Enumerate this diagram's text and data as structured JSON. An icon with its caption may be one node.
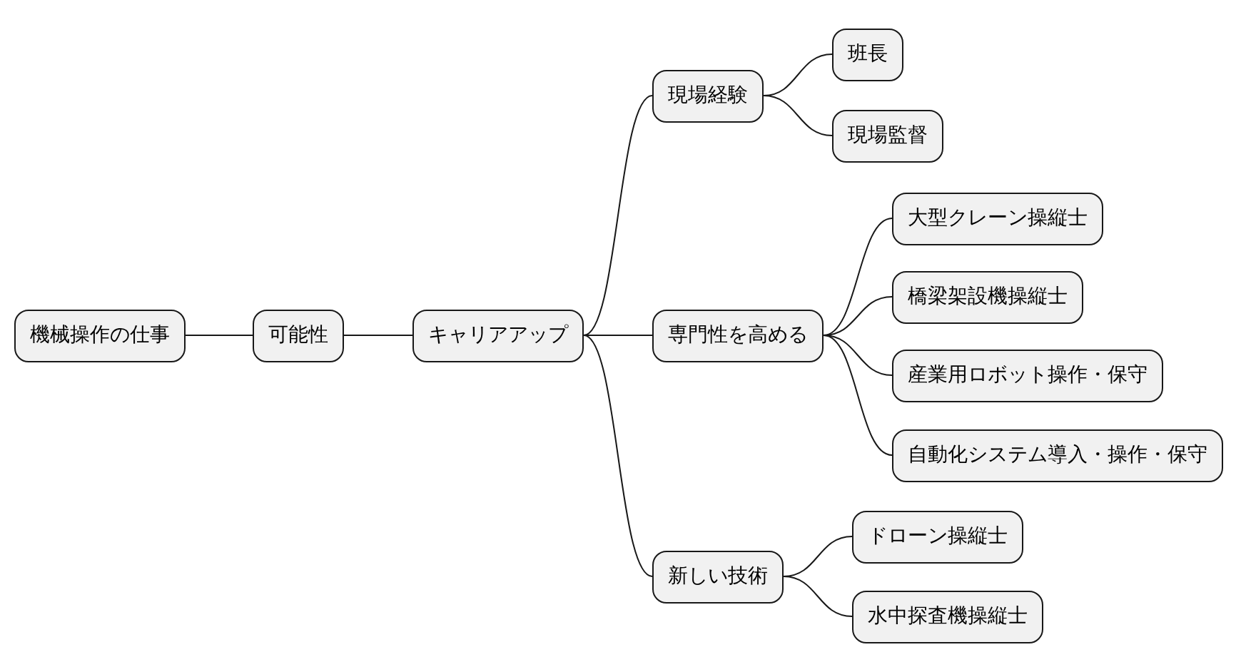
{
  "diagram": {
    "nodes": [
      {
        "text": [
          "機械操作の仕事"
        ]
      },
      {
        "text": [
          "可能性"
        ]
      },
      {
        "text": [
          "キャリアアップ"
        ]
      },
      {
        "text": [
          "現場経験"
        ]
      },
      {
        "text": [
          "班長"
        ]
      },
      {
        "text": [
          "現場監督"
        ]
      },
      {
        "text": [
          "専門性を高める"
        ]
      },
      {
        "text": [
          "大型クレーン操縦士"
        ]
      },
      {
        "text": [
          "橋梁架設機操縦士"
        ]
      },
      {
        "text": [
          "産業用ロボット操作・保守"
        ]
      },
      {
        "text": [
          "自動化システム導入・操作・保守"
        ]
      },
      {
        "text": [
          "新しい技術"
        ]
      },
      {
        "text": [
          "ドローン操縦士"
        ]
      },
      {
        "text": [
          "水中探査機操縦士"
        ]
      }
    ],
    "edges": [
      {
        "from": 0,
        "to": 1,
        "arrow": "none"
      },
      {
        "from": 1,
        "to": 2,
        "arrow": "none"
      },
      {
        "from": 2,
        "to": 3,
        "arrow": "none"
      },
      {
        "from": 3,
        "to": 4,
        "arrow": "none"
      },
      {
        "from": 3,
        "to": 5,
        "arrow": "none"
      },
      {
        "from": 2,
        "to": 6,
        "arrow": "none"
      },
      {
        "from": 6,
        "to": 7,
        "arrow": "none"
      },
      {
        "from": 6,
        "to": 8,
        "arrow": "none"
      },
      {
        "from": 6,
        "to": 9,
        "arrow": "none"
      },
      {
        "from": 6,
        "to": 10,
        "arrow": "none"
      },
      {
        "from": 2,
        "to": 11,
        "arrow": "none"
      },
      {
        "from": 11,
        "to": 12,
        "arrow": "none"
      },
      {
        "from": 11,
        "to": 13,
        "arrow": "none"
      }
    ]
  }
}
